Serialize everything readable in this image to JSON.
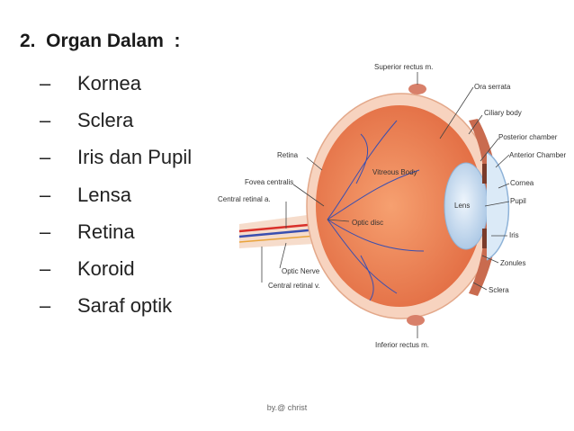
{
  "slide": {
    "heading": "2.  Organ Dalam  :",
    "items": [
      {
        "bullet": "–",
        "text": "Kornea"
      },
      {
        "bullet": "–",
        "text": "Sclera"
      },
      {
        "bullet": "–",
        "text": "Iris dan Pupil"
      },
      {
        "bullet": "–",
        "text": "Lensa"
      },
      {
        "bullet": "–",
        "text": "Retina"
      },
      {
        "bullet": "–",
        "text": "Koroid"
      },
      {
        "bullet": "–",
        "text": "Saraf optik"
      }
    ],
    "footer": "by.@ christ"
  },
  "diagram": {
    "labels": {
      "superior_rectus": "Superior rectus m.",
      "ora_serrata": "Ora serrata",
      "ciliary_body": "Ciliary body",
      "posterior_chamber": "Posterior chamber",
      "anterior_chamber": "Anterior Chamber",
      "cornea": "Cornea",
      "pupil": "Pupil",
      "iris": "Iris",
      "zonules": "Zonules",
      "sclera": "Sclera",
      "retina": "Retina",
      "fovea_centralis": "Fovea centralis",
      "central_retinal_a": "Central retinal a.",
      "vitreous_body": "Vitreous Body",
      "lens": "Lens",
      "optic_disc": "Optic disc",
      "optic_nerve": "Optic Nerve",
      "central_retinal_v": "Central retinal v.",
      "inferior_rectus": "Inferior rectus m."
    },
    "colors": {
      "vitreous": "#ef8a5f",
      "sclera": "#f8d6c3",
      "vessel": "#3a4fb0",
      "artery": "#d9302a",
      "lens": "#c9dff2",
      "muscle": "#d8806a"
    }
  }
}
